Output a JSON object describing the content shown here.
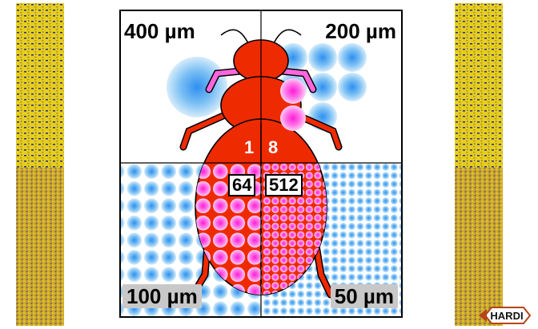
{
  "quadrants": {
    "top_left": {
      "label": "400 µm",
      "count": "1"
    },
    "top_right": {
      "label": "200 µm",
      "count": "8"
    },
    "bottom_left": {
      "label": "100 µm",
      "count": "64"
    },
    "bottom_right": {
      "label": "50 µm",
      "count": "512"
    }
  },
  "logo": {
    "text": "HARDI"
  },
  "colors": {
    "bug_red": "#ee2a00",
    "dot_blue": "#4aa8f0",
    "dot_magenta": "#ff44ee",
    "strip_yellow": "#e8d418",
    "strip_blue": "#3a3a9a"
  }
}
